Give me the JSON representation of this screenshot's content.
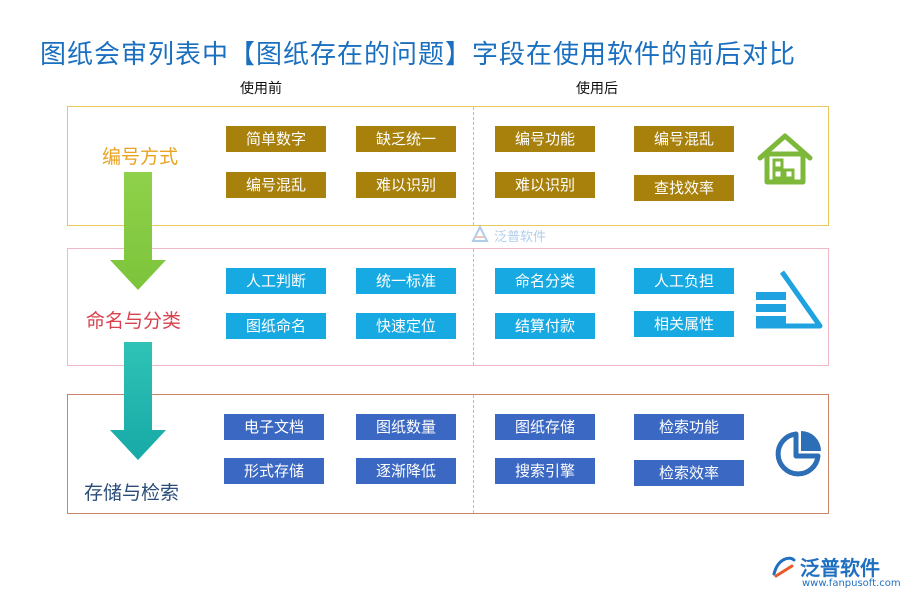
{
  "title": "图纸会审列表中【图纸存在的问题】字段在使用软件的前后对比",
  "columns": {
    "before": "使用前",
    "after": "使用后"
  },
  "rows": [
    {
      "label": "编号方式",
      "before": [
        "简单数字",
        "缺乏统一",
        "编号混乱",
        "难以识别"
      ],
      "after": [
        "编号功能",
        "编号混乱",
        "难以识别",
        "查找效率"
      ],
      "icon": "house-icon",
      "color": "#a8800c"
    },
    {
      "label": "命名与分类",
      "before": [
        "人工判断",
        "统一标准",
        "图纸命名",
        "快速定位"
      ],
      "after": [
        "命名分类",
        "人工负担",
        "结算付款",
        "相关属性"
      ],
      "icon": "stacked-chart-icon",
      "color": "#16a9e2"
    },
    {
      "label": "存储与检索",
      "before": [
        "电子文档",
        "图纸数量",
        "形式存储",
        "逐渐降低"
      ],
      "after": [
        "图纸存储",
        "检索功能",
        "搜索引擎",
        "检索效率"
      ],
      "icon": "pie-chart-icon",
      "color": "#3b68c3"
    }
  ],
  "watermark": "泛普软件",
  "logo": {
    "name": "泛普软件",
    "url": "www.fanpusoft.com"
  }
}
